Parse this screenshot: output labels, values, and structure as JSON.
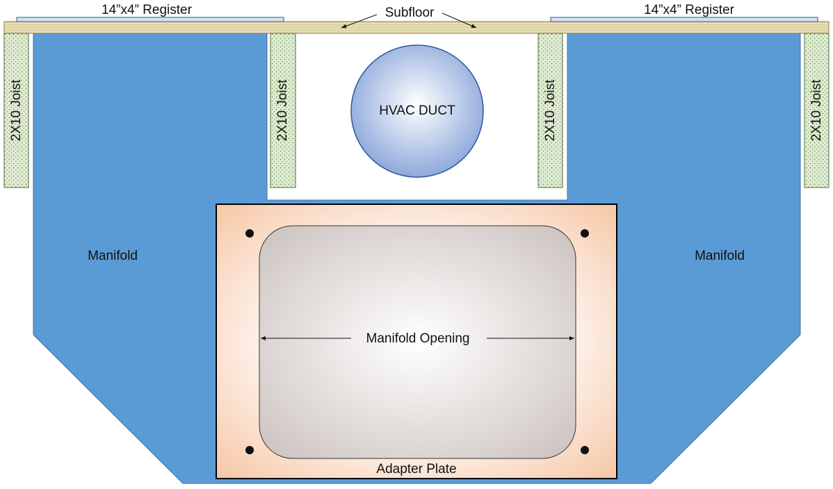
{
  "labels": {
    "register_left": "14”x4” Register",
    "register_right": "14”x4” Register",
    "subfloor": "Subfloor",
    "joist_1": "2X10 Joist",
    "joist_2": "2X10 Joist",
    "joist_3": "2X10 Joist",
    "joist_4": "2X10 Joist",
    "duct": "HVAC DUCT",
    "manifold_left": "Manifold",
    "manifold_right": "Manifold",
    "opening": "Manifold Opening",
    "adapter_plate": "Adapter Plate"
  },
  "colors": {
    "manifold": "#5b9bd5",
    "subfloor": "#e9dfb8",
    "register": "#d6e2f0",
    "joist": "#e2ecd6",
    "duct_center": "#ffffff",
    "duct_edge": "#8ea9db",
    "plate_edge": "#f6c7a6",
    "opening_center": "#ffffff",
    "opening_edge": "#cfc6c3"
  }
}
